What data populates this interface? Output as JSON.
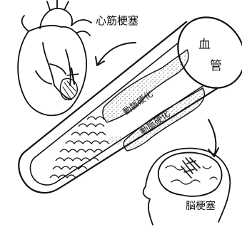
{
  "labels": {
    "heart_attack": "心筋梗塞",
    "vessel": "血管",
    "vessel_char_1": "血",
    "vessel_char_2": "管",
    "plaque_upper": "動脈硬化",
    "plaque_lower": "動脈硬化",
    "stroke": "脳梗塞"
  },
  "colors": {
    "ink": "#111111",
    "paper": "#ffffff"
  }
}
